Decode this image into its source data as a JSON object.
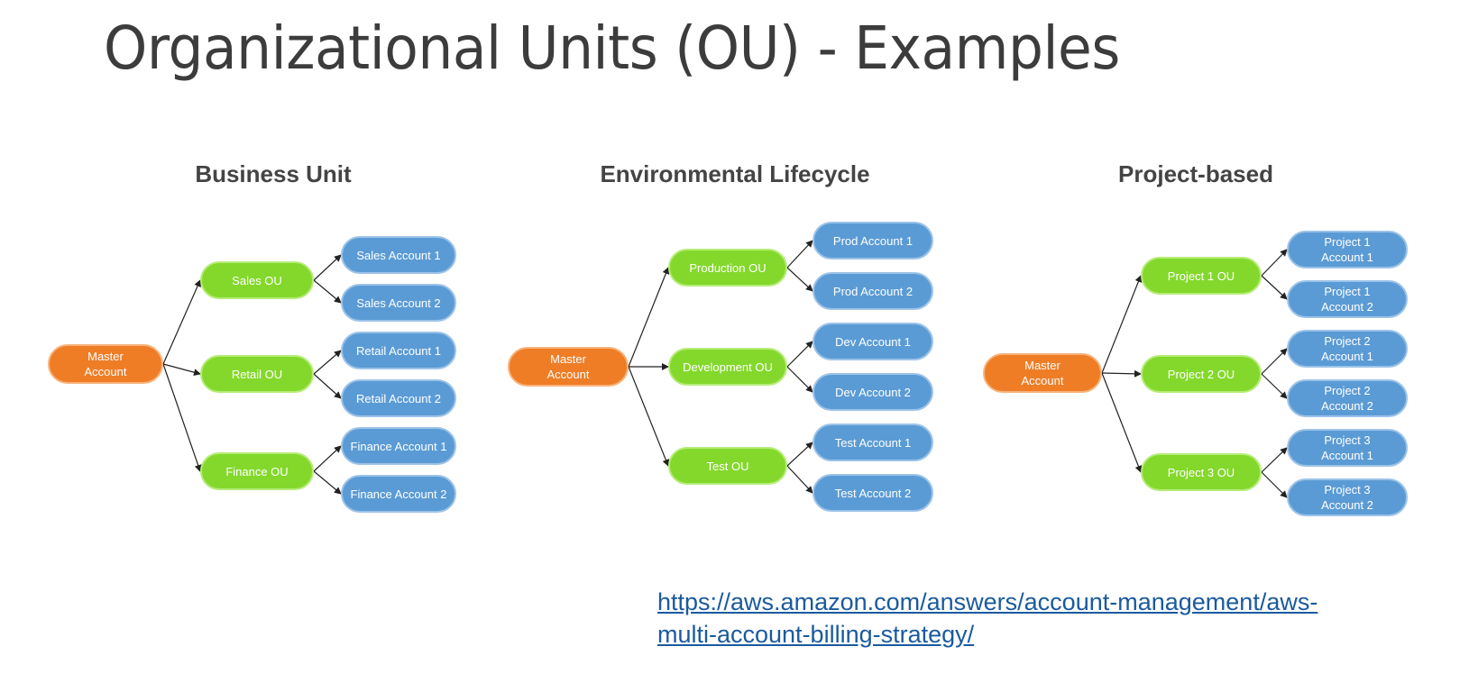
{
  "slide": {
    "title": "Organizational Units (OU) - Examples",
    "link_line1": "https://aws.amazon.com/answers/account-management/aws-",
    "link_line2": "multi-account-billing-strategy/"
  },
  "colors": {
    "master": "#ee7d26",
    "ou": "#84d82c",
    "account": "#5b9bd5",
    "link": "#1a5a9e"
  },
  "diagrams": [
    {
      "title": "Business Unit",
      "root": "Master\nAccount",
      "ous": [
        {
          "label": "Sales OU",
          "accounts": [
            "Sales Account 1",
            "Sales Account 2"
          ]
        },
        {
          "label": "Retail OU",
          "accounts": [
            "Retail Account 1",
            "Retail Account 2"
          ]
        },
        {
          "label": "Finance OU",
          "accounts": [
            "Finance Account 1",
            "Finance Account 2"
          ]
        }
      ]
    },
    {
      "title": "Environmental Lifecycle",
      "root": "Master\nAccount",
      "ous": [
        {
          "label": "Production OU",
          "accounts": [
            "Prod Account 1",
            "Prod Account 2"
          ]
        },
        {
          "label": "Development OU",
          "accounts": [
            "Dev Account 1",
            "Dev Account 2"
          ]
        },
        {
          "label": "Test OU",
          "accounts": [
            "Test Account 1",
            "Test Account 2"
          ]
        }
      ]
    },
    {
      "title": "Project-based",
      "root": "Master\nAccount",
      "ous": [
        {
          "label": "Project 1 OU",
          "accounts": [
            "Project 1\nAccount 1",
            "Project 1\nAccount 2"
          ]
        },
        {
          "label": "Project 2 OU",
          "accounts": [
            "Project 2\nAccount 1",
            "Project 2\nAccount 2"
          ]
        },
        {
          "label": "Project 3 OU",
          "accounts": [
            "Project 3\nAccount 1",
            "Project 3\nAccount 2"
          ]
        }
      ]
    }
  ]
}
